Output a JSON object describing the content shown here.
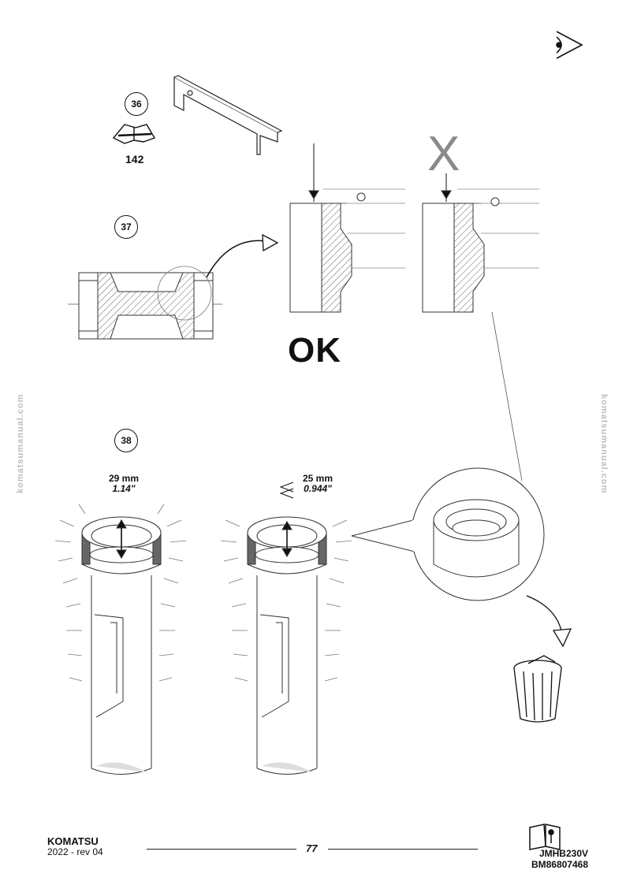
{
  "steps": [
    {
      "number": "36",
      "ref": "142"
    },
    {
      "number": "37"
    },
    {
      "number": "38"
    }
  ],
  "result": {
    "ok_label": "OK",
    "wrong_label": "X"
  },
  "dimensions": {
    "good": {
      "metric": "29 mm",
      "imperial": "1.14\""
    },
    "worn": {
      "metric": "25 mm",
      "imperial": "0.944\""
    }
  },
  "watermark": "komatsumanual.com",
  "footer": {
    "brand": "KOMATSU",
    "revision": "2022 -  rev 04",
    "page": "77",
    "model": "JMHB230V",
    "code": "BM86807468"
  },
  "icons": [
    "eye-icon",
    "manual-book-icon",
    "tool-manual-icon",
    "trash-bin-icon"
  ]
}
